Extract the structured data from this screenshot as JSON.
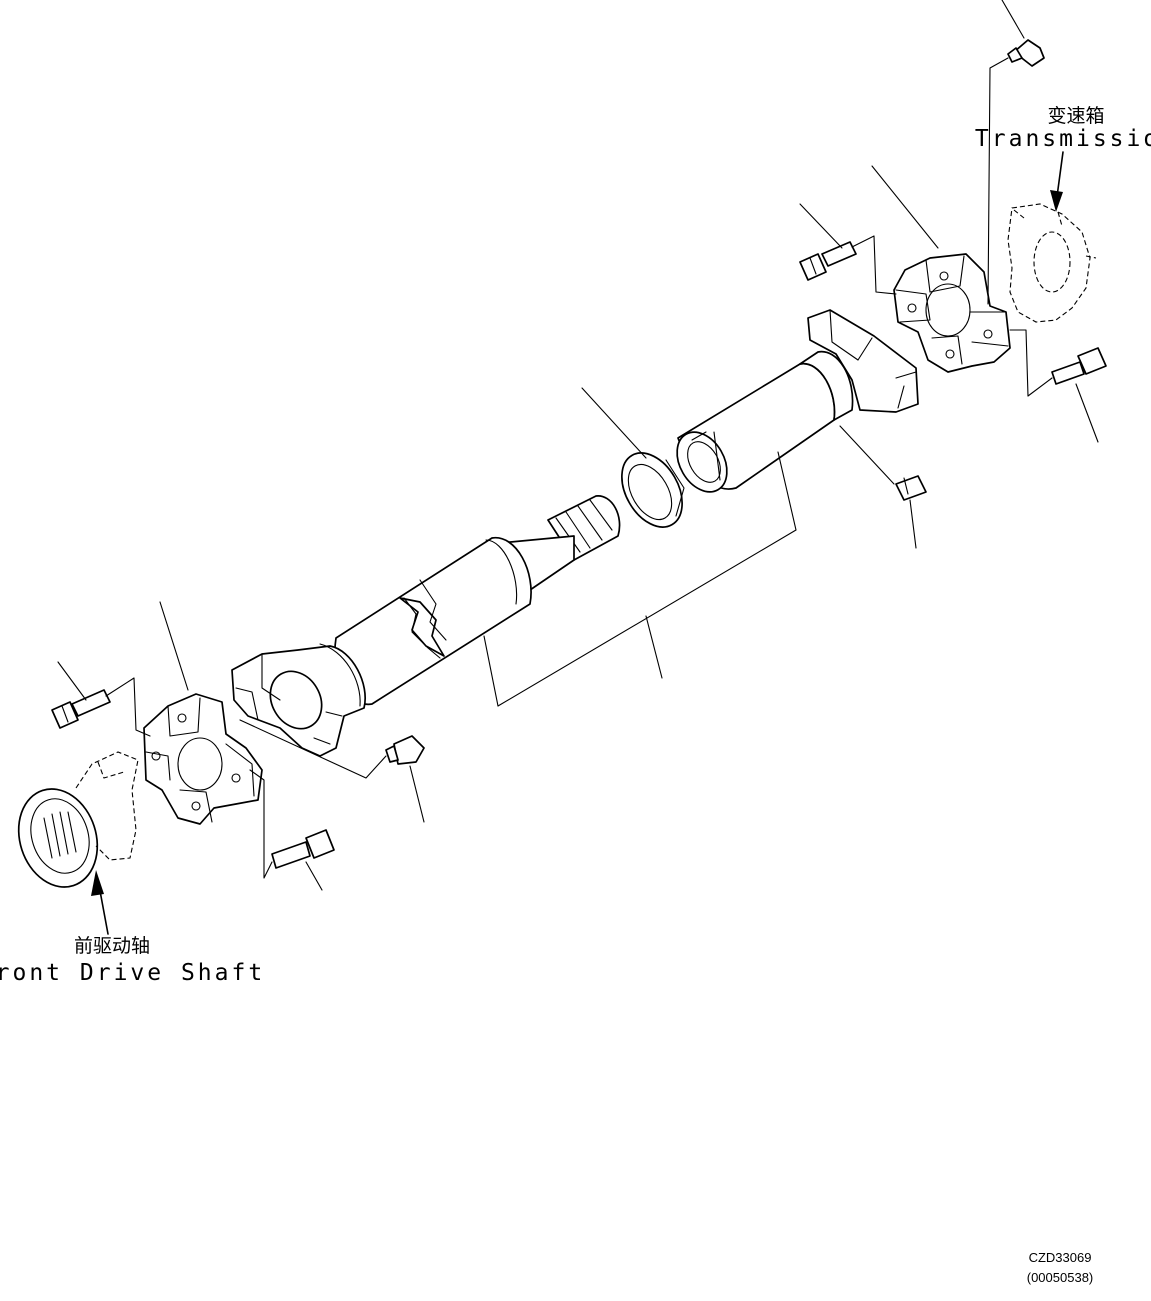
{
  "labels": {
    "transmission_cn": "变速箱",
    "transmission_en": "Transmission",
    "front_shaft_cn": "前驱动轴",
    "front_shaft_en": "Front Drive Shaft"
  },
  "drawing_code": {
    "line1": "CZD33069",
    "line2": "(00050538)"
  }
}
